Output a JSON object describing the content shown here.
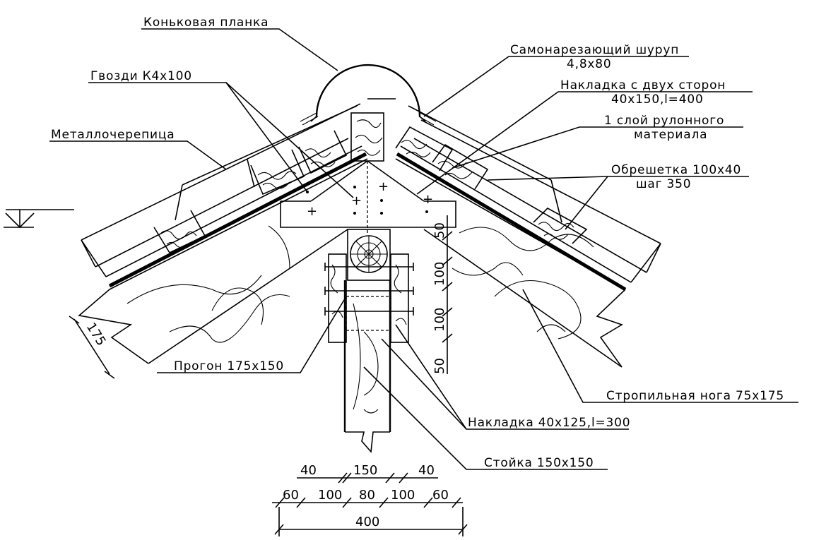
{
  "labels": {
    "ridge_strip": "Коньковая планка",
    "self_tapping_screw": "Самонарезающий шуруп",
    "self_tapping_screw_size": "4,8х80",
    "nails": "Гвозди К4х100",
    "double_side_plate": "Накладка с двух сторон",
    "double_side_plate_size": "40х150,l=400",
    "roll_material": "1 слой рулонного",
    "roll_material_2": "материала",
    "metal_tile": "Металлочерепица",
    "battens": "Обрешетка 100х40",
    "battens_step": "шаг 350",
    "purlin": "Прогон 175х150",
    "rafter": "Стропильная нога 75х175",
    "side_plate": "Накладка 40х125,l=300",
    "post": "Стойка 150х150"
  },
  "dimensions": {
    "rafter_depth": "175",
    "vertical": [
      "50",
      "100",
      "100",
      "50"
    ],
    "row1": [
      "40",
      "150",
      "40"
    ],
    "row2": [
      "60",
      "100",
      "80",
      "100",
      "60"
    ],
    "total": "400"
  }
}
